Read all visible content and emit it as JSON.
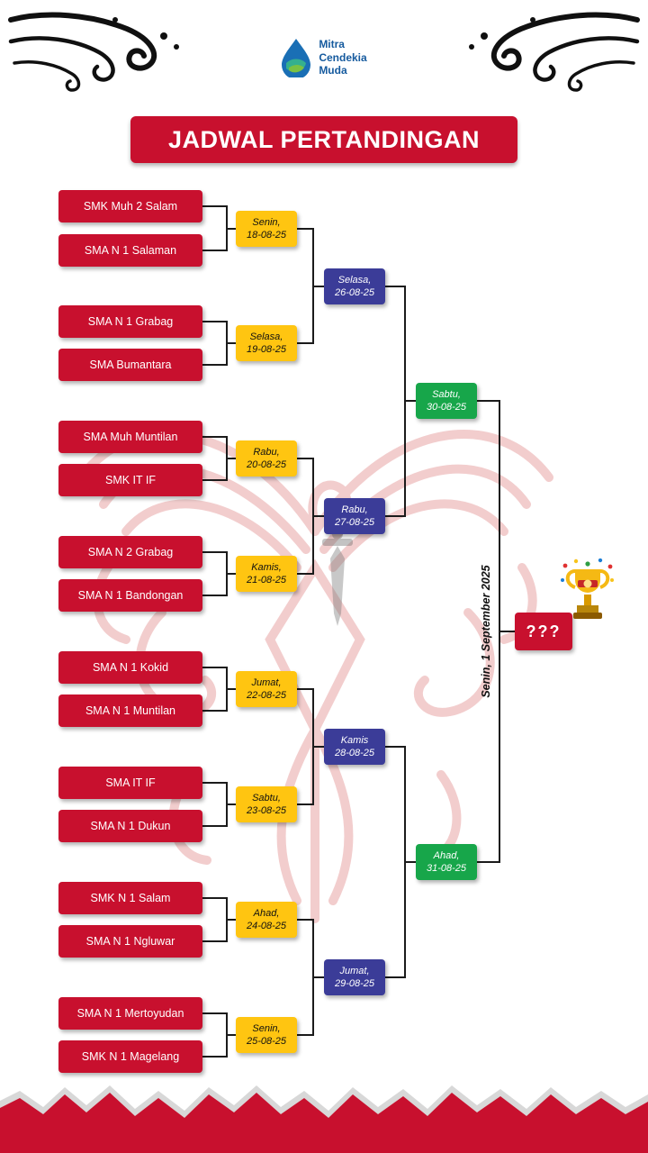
{
  "colors": {
    "red": "#C8102E",
    "yellow": "#FFC511",
    "blue": "#3B3C98",
    "green": "#17A64A",
    "logo_blue": "#155A9E"
  },
  "logo": {
    "line1": "Mitra",
    "line2": "Cendekia",
    "line3": "Muda"
  },
  "header": {
    "title": "JADWAL PERTANDINGAN"
  },
  "icons": {
    "trophy-icon": "🏆"
  },
  "bracket": {
    "round1": [
      {
        "team_a": "SMK Muh 2 Salam",
        "team_b": "SMA N 1 Salaman",
        "day": "Senin,",
        "date": "18-08-25"
      },
      {
        "team_a": "SMA N 1 Grabag",
        "team_b": "SMA Bumantara",
        "day": "Selasa,",
        "date": "19-08-25"
      },
      {
        "team_a": "SMA Muh Muntilan",
        "team_b": "SMK IT IF",
        "day": "Rabu,",
        "date": "20-08-25"
      },
      {
        "team_a": "SMA N 2 Grabag",
        "team_b": "SMA N 1 Bandongan",
        "day": "Kamis,",
        "date": "21-08-25"
      },
      {
        "team_a": "SMA N 1 Kokid",
        "team_b": "SMA N 1 Muntilan",
        "day": "Jumat,",
        "date": "22-08-25"
      },
      {
        "team_a": "SMA IT IF",
        "team_b": "SMA N 1 Dukun",
        "day": "Sabtu,",
        "date": "23-08-25"
      },
      {
        "team_a": "SMK N 1 Salam",
        "team_b": "SMA N 1 Ngluwar",
        "day": "Ahad,",
        "date": "24-08-25"
      },
      {
        "team_a": "SMA N 1 Mertoyudan",
        "team_b": "SMK N 1 Magelang",
        "day": "Senin,",
        "date": "25-08-25"
      }
    ],
    "round2": [
      {
        "day": "Selasa,",
        "date": "26-08-25"
      },
      {
        "day": "Rabu,",
        "date": "27-08-25"
      },
      {
        "day": "Kamis",
        "date": "28-08-25"
      },
      {
        "day": "Jumat,",
        "date": "29-08-25"
      }
    ],
    "semifinal": [
      {
        "day": "Sabtu,",
        "date": "30-08-25"
      },
      {
        "day": "Ahad,",
        "date": "31-08-25"
      }
    ],
    "final": {
      "schedule_label": "Senin, 1 September 2025",
      "winner_placeholder": "???"
    }
  }
}
